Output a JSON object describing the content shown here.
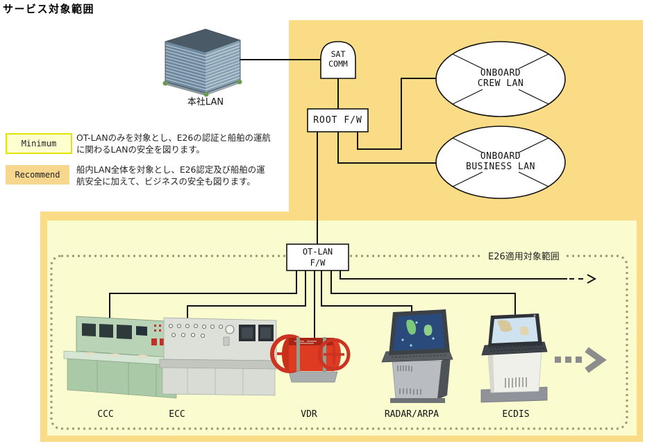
{
  "title": "サービス対象範囲",
  "head_office": {
    "label": "本社LAN"
  },
  "nodes": {
    "sat_comm": "SAT\nCOMM",
    "root_fw": "ROOT F/W",
    "ot_lan_fw": "OT-LAN\nF/W",
    "onboard_crew_lan": "ONBOARD\nCREW LAN",
    "onboard_business_lan": "ONBOARD\nBUSINESS LAN"
  },
  "legend": {
    "minimum": {
      "label": "Minimum",
      "description": "OT-LANのみを対象とし、E26の認証と船舶の運航\nに関わるLANの安全を図ります。"
    },
    "recommend": {
      "label": "Recommend",
      "description": "船内LAN全体を対象とし、E26認定及び船舶の運\n航安全に加えて、ビジネスの安全も図ります。"
    }
  },
  "e26_zone": {
    "label": "E26適用対象範囲"
  },
  "equipment": [
    {
      "label": "CCC"
    },
    {
      "label": "ECC"
    },
    {
      "label": "VDR"
    },
    {
      "label": "RADAR/ARPA"
    },
    {
      "label": "ECDIS"
    }
  ],
  "colors": {
    "outer_panel": "#fadc86",
    "inner_panel": "#fbfbd0",
    "minimum_fill": "#ffffd0",
    "minimum_border": "#e3e300",
    "recommend_fill": "#f6d78d",
    "dashed_border": "#9b9968",
    "gray_arrow": "#8c8c8c",
    "connector": "#111111"
  }
}
